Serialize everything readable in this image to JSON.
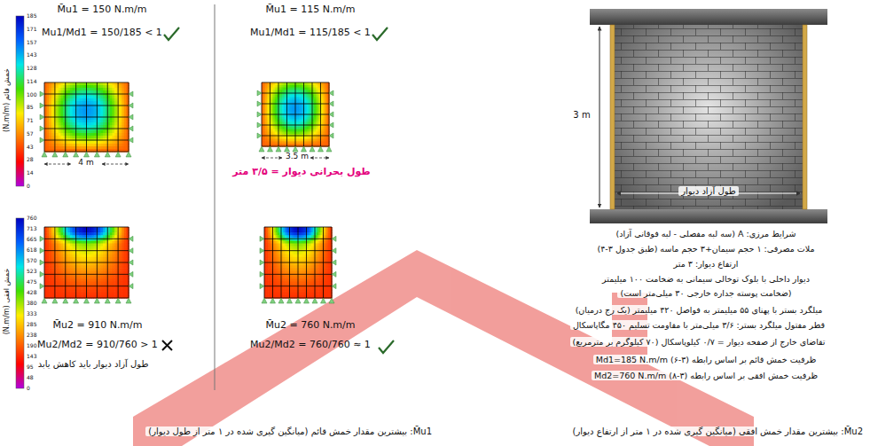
{
  "diagram": {
    "labels": [
      "M̄u1 = 150 N.m/m",
      "Mu1/Md1 = 150/185 < 1",
      "M̄u1 = 115 N.m/m",
      "Mu1/Md1 = 115/185 < 1",
      "خمش قائم (N.m/m)",
      "4 m",
      "3.5 m",
      "طول بحرانی دیوار = ۳/۵ متر",
      "خمش افقی (N.m/m)",
      "M̄u2 = 910 N.m/m",
      "Mu2/Md2 = 910/760 > 1",
      "M̄u2 = 760 N.m/m",
      "Mu2/Md2 = 760/760 ≈ 1",
      "طول آزاد دیوار باید کاهش یابد",
      "M̄u1: بیشترین مقدار خمش قائم (میانگین گیری شده در ۱ متر از طول دیوار)",
      "M̄u2: بیشترین مقدار خمش افقی (میانگین گیری شده در ۱ متر از ارتفاع دیوار)",
      "3 m",
      "طول آزاد دیوار",
      "شرایط مرزی: A (سه لبه مفصلی - لبه فوقانی آزاد)",
      "ملات مصرفی: ۱ حجم سیمان+۳ حجم ماسه (طبق جدول ۳-۴)",
      "ارتفاع دیوار: ۳ متر",
      "دیوار داخلی با بلوک توخالی سیمانی به ضخامت ۱۰۰ میلیمتر",
      "(ضخامت پوسته جداره خارجی ۳۰ میلی‌متر است)",
      "میلگرد بستر با پهنای ۵۵ میلیمتر به فواصل ۴۲۰ میلیمتر (یک رج درمیان)",
      "قطر مفتول میلگرد بستر: ۳/۶ میلی‌متر با مقاومت تسلیم ۴۵۰ مگاپاسکال",
      "تقاضای خارج از صفحه دیوار = ۰/۷ کیلوپاسکال (۷۰ کیلوگرم بر مترمربع)",
      "ظرفیت خمش قائم بر اساس رابطه (۳-۶) Md1=185 N.m/m",
      "ظرفیت خمش افقی بر اساس رابطه (۳-۸) Md2=760 N.m/m",
      "185",
      "171",
      "157",
      "143",
      "128",
      "114",
      "100",
      "85",
      "71",
      "57",
      "43",
      "28",
      "14",
      "0",
      "760",
      "713",
      "665",
      "618",
      "570",
      "523",
      "475",
      "428",
      "380",
      "333",
      "285",
      "238",
      "190",
      "143",
      "95",
      "48",
      "0"
    ]
  }
}
